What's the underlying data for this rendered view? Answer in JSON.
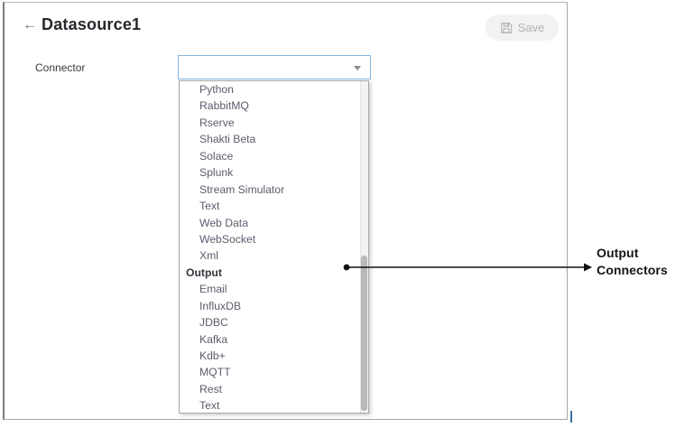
{
  "header": {
    "title": "Datasource1",
    "back_icon_glyph": "←",
    "save_label": "Save"
  },
  "form": {
    "connector_label": "Connector",
    "select_value": ""
  },
  "dropdown": {
    "items": [
      {
        "label": "Python",
        "type": "option"
      },
      {
        "label": "RabbitMQ",
        "type": "option"
      },
      {
        "label": "Rserve",
        "type": "option"
      },
      {
        "label": "Shakti Beta",
        "type": "option"
      },
      {
        "label": "Solace",
        "type": "option"
      },
      {
        "label": "Splunk",
        "type": "option"
      },
      {
        "label": "Stream Simulator",
        "type": "option"
      },
      {
        "label": "Text",
        "type": "option"
      },
      {
        "label": "Web Data",
        "type": "option"
      },
      {
        "label": "WebSocket",
        "type": "option"
      },
      {
        "label": "Xml",
        "type": "option"
      },
      {
        "label": "Output",
        "type": "group"
      },
      {
        "label": "Email",
        "type": "option"
      },
      {
        "label": "InfluxDB",
        "type": "option"
      },
      {
        "label": "JDBC",
        "type": "option"
      },
      {
        "label": "Kafka",
        "type": "option"
      },
      {
        "label": "Kdb+",
        "type": "option"
      },
      {
        "label": "MQTT",
        "type": "option"
      },
      {
        "label": "Rest",
        "type": "option"
      },
      {
        "label": "Text",
        "type": "option"
      }
    ]
  },
  "annotation": {
    "label_line1": "Output",
    "label_line2": "Connectors"
  },
  "colors": {
    "focus_border": "#87b6e0",
    "save_button_bg": "#f2f2f2",
    "save_button_text": "#b4b4b4",
    "option_text": "#5c5d6c",
    "group_text": "#35363e",
    "annotation_text": "#141414"
  }
}
